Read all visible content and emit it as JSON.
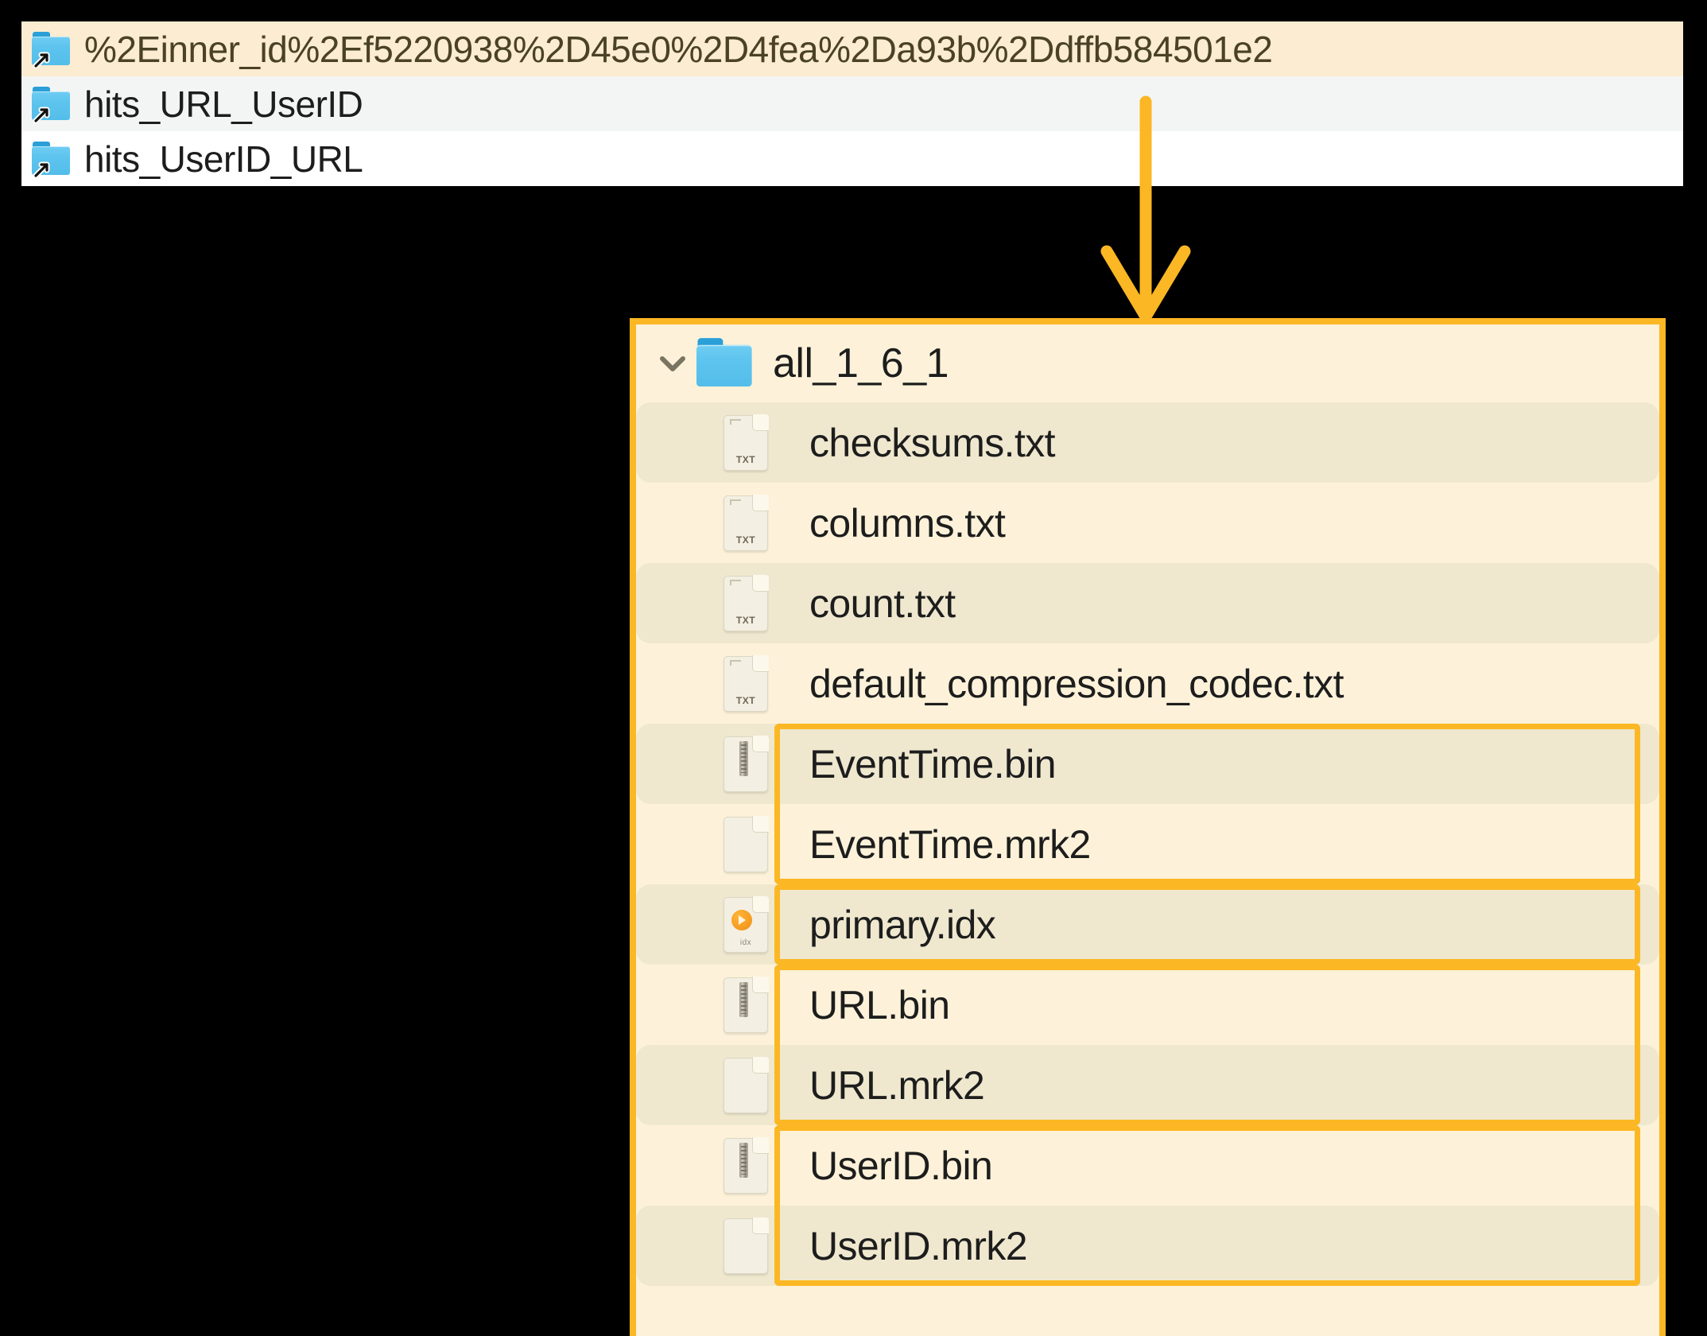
{
  "colors": {
    "highlight_border": "#fbb724",
    "panel_bg": "#fdf2d9",
    "selected_row_bg": "#fbecd2",
    "folder_blue": "#5cc4ee",
    "idx_badge": "#f08f12"
  },
  "top_panel": {
    "rows": [
      {
        "label": "%2Einner_id%2Ef5220938%2D45e0%2D4fea%2Da93b%2Ddffb584501e2",
        "icon": "folder-shortcut-icon",
        "state": "selected"
      },
      {
        "label": "hits_URL_UserID",
        "icon": "folder-shortcut-icon",
        "state": "alternate"
      },
      {
        "label": "hits_UserID_URL",
        "icon": "folder-shortcut-icon",
        "state": "normal"
      }
    ]
  },
  "annotation": {
    "arrow": "down-arrow-connector",
    "from_row": "%2Einner_id%2Ef5220938%2D45e0%2D4fea%2Da93b%2Ddffb584501e2",
    "to_panel": "all_1_6_1"
  },
  "main_panel": {
    "root": {
      "label": "all_1_6_1",
      "icon": "folder-icon",
      "chevron": "chevron-down-icon",
      "expanded": true
    },
    "files": [
      {
        "name": "checksums.txt",
        "icon": "txt-file-icon",
        "ext_label": "TXT",
        "zebra": true,
        "highlight": "none"
      },
      {
        "name": "columns.txt",
        "icon": "txt-file-icon",
        "ext_label": "TXT",
        "zebra": false,
        "highlight": "none"
      },
      {
        "name": "count.txt",
        "icon": "txt-file-icon",
        "ext_label": "TXT",
        "zebra": true,
        "highlight": "none"
      },
      {
        "name": "default_compression_codec.txt",
        "icon": "txt-file-icon",
        "ext_label": "TXT",
        "zebra": false,
        "highlight": "none"
      },
      {
        "name": "EventTime.bin",
        "icon": "bin-file-icon",
        "ext_label": "",
        "zebra": true,
        "highlight": "top"
      },
      {
        "name": "EventTime.mrk2",
        "icon": "blank-file-icon",
        "ext_label": "",
        "zebra": false,
        "highlight": "bottom"
      },
      {
        "name": "primary.idx",
        "icon": "idx-file-icon",
        "ext_label": "idx",
        "zebra": true,
        "highlight": "solo"
      },
      {
        "name": "URL.bin",
        "icon": "bin-file-icon",
        "ext_label": "",
        "zebra": false,
        "highlight": "top"
      },
      {
        "name": "URL.mrk2",
        "icon": "blank-file-icon",
        "ext_label": "",
        "zebra": true,
        "highlight": "bottom"
      },
      {
        "name": "UserID.bin",
        "icon": "bin-file-icon",
        "ext_label": "",
        "zebra": false,
        "highlight": "top"
      },
      {
        "name": "UserID.mrk2",
        "icon": "blank-file-icon",
        "ext_label": "",
        "zebra": true,
        "highlight": "bottom"
      }
    ]
  }
}
